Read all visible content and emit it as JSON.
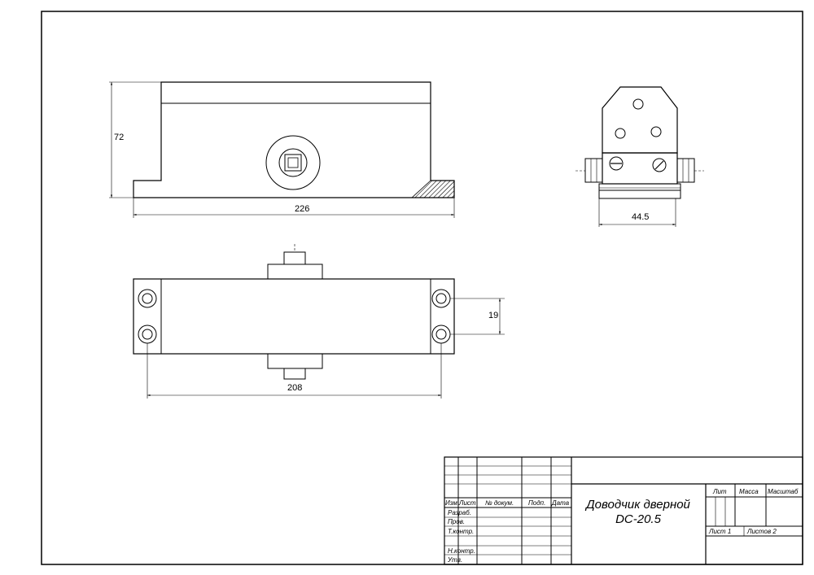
{
  "dimensions": {
    "height": "72",
    "length": "226",
    "width": "44.5",
    "hole_spacing": "19",
    "mount_length": "208"
  },
  "title_block": {
    "title_line1": "Доводчик дверной",
    "title_line2": "DC-20.5",
    "col_izm": "Изм.",
    "col_list": "Лист",
    "col_doc": "№ докум.",
    "col_sign": "Подп.",
    "col_date": "Дата",
    "row_razrab": "Разраб.",
    "row_prov": "Пров.",
    "row_tkontr": "Т.контр.",
    "row_nkontr": "Н.контр.",
    "row_utv": "Утв.",
    "lit": "Лит",
    "massa": "Масса",
    "masshtab": "Масштаб",
    "sheet": "Лист  1",
    "sheets": "Листов  2"
  }
}
